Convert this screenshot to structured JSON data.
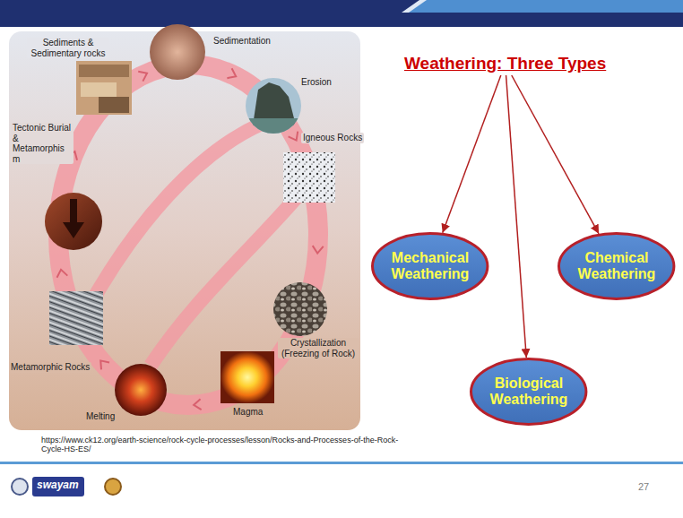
{
  "diagram": {
    "nodes": [
      {
        "text": [
          "Weathering: Three Types"
        ]
      },
      {
        "text": [
          "Mechanical Weathering"
        ]
      },
      {
        "text": [
          "Chemical Weathering"
        ]
      },
      {
        "text": [
          "Biological Weathering"
        ]
      }
    ],
    "edges": [
      {
        "from": 0,
        "to": 1,
        "arrow": "to"
      },
      {
        "from": 0,
        "to": 3,
        "arrow": "to"
      },
      {
        "from": 0,
        "to": 2,
        "arrow": "to"
      }
    ],
    "labels": [
      "Sediments & Sedimentary rocks",
      "Sedimentation",
      "Erosion",
      "Igneous Rocks",
      "Tectonic Burial & Metamorphism",
      "Metamorphic Rocks",
      "Crystallization (Freezing of Rock)",
      "Melting",
      "Magma",
      "https://www.ck12.org/earth-science/rock-cycle-processes/lesson/Rocks-and-Processes-of-the-Rock-Cycle-HS-ES/",
      "swayam",
      "27"
    ]
  }
}
